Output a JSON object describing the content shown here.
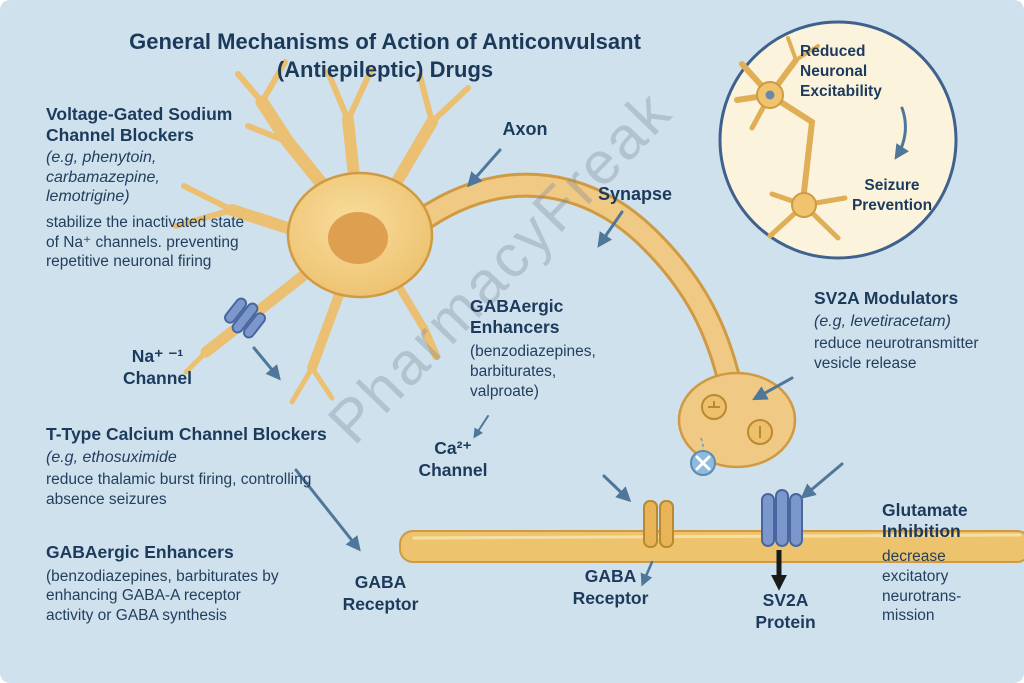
{
  "title": "General Mechanisms of Action of Anticonvulsant (Antiepileptic) Drugs",
  "watermark": "PharmacyFreak",
  "colors": {
    "background": "#cfe1ed",
    "neuron": "#f0c984",
    "neuron_outline": "#cf9a42",
    "membrane": "#edc36e",
    "channel_blue": "#7b97cb",
    "receptor_yellow": "#e9b458",
    "arrow_blue": "#4f7799",
    "arrow_black": "#1a1a1a",
    "text": "#1c3a5c",
    "inset_fill": "#fbf3dc",
    "inset_border": "#3f618e"
  },
  "inset": {
    "reduced": "Reduced Neuronal Excitability",
    "prevention": "Seizure Prevention"
  },
  "labels": {
    "axon": "Axon",
    "synapse": "Synapse",
    "na_channel": "Na⁺ ⁻¹\nChannel",
    "ca_channel": "Ca²⁺\nChannel",
    "gaba_receptor_left": "GABA\nReceptor",
    "gaba_receptor_center": "GABA\nReceptor",
    "sv2a_protein": "SV2A\nProtein"
  },
  "blocks": {
    "sodium": {
      "heading": "Voltage-Gated Sodium Channel Blockers",
      "examples": "(e.g, phenytoin,\ncarbamazepine,\nlemotrigine)",
      "body": "stabilize the inactivated state of Na⁺ channels. preventing repetitive neuronal firing"
    },
    "ttype": {
      "heading": "T-Type Calcium Channel Blockers",
      "examples": "(e.g, ethosuximide",
      "body": "reduce thalamic burst firing, controlling absence seizures"
    },
    "gaba_left": {
      "heading": "GABAergic Enhancers",
      "body": "(benzodiazepines, barbiturates by enhancing GABA-A receptor activity or GABA synthesis"
    },
    "gaba_center": {
      "heading": "GABAergic Enhancers",
      "body": "(benzodiazepines,\nbarbiturates,\nvalproate)"
    },
    "sv2a": {
      "heading": "SV2A Modulators",
      "examples": "(e.g, levetiracetam)",
      "body": "reduce neurotransmitter vesicle release"
    },
    "glutamate": {
      "heading": "Glutamate Inhibition",
      "body": "decrease\nexcitatory\nneurotrans-\nmission"
    }
  }
}
